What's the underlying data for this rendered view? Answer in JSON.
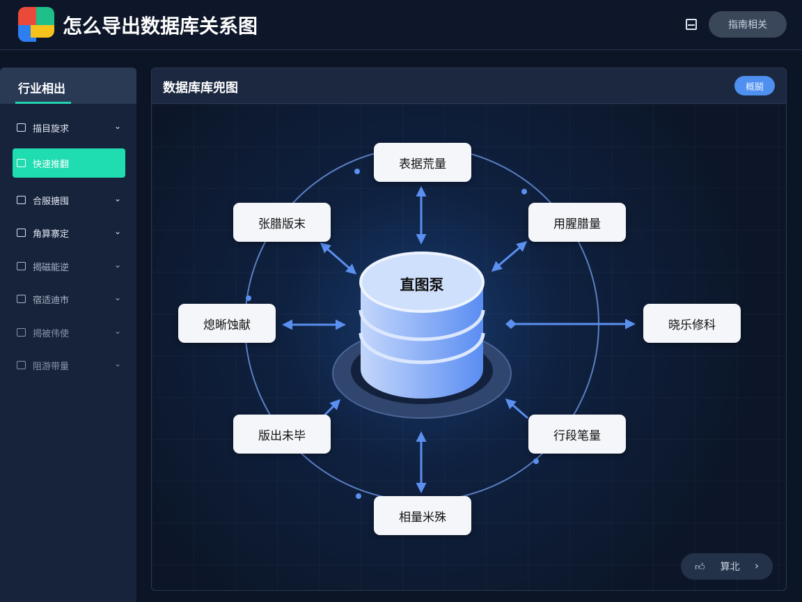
{
  "header": {
    "title": "怎么导出数据库关系图",
    "layout_icon": "layout-icon",
    "button": "指南相关"
  },
  "sidebar": {
    "title": "行业相出",
    "items": [
      {
        "label": "描目旋求",
        "icon": "document-icon",
        "expanded": true
      },
      {
        "label": "快速推翻",
        "icon": "share-icon",
        "active": true
      },
      {
        "label": "合服搪囤",
        "icon": "cloud-icon"
      },
      {
        "label": "角算寨定",
        "icon": "file-icon"
      },
      {
        "label": "揭磁能逆",
        "icon": "chart-icon"
      },
      {
        "label": "宿适迪市",
        "icon": "chat-icon"
      },
      {
        "label": "揭被伟使",
        "icon": "calendar-icon"
      },
      {
        "label": "阻游带量",
        "icon": "image-icon"
      }
    ]
  },
  "main": {
    "title": "数据库库兜图",
    "button": "概鬭"
  },
  "diagram": {
    "center": "直图泵",
    "nodes": {
      "top": "表据荒量",
      "upper_left": "张腊版末",
      "upper_right": "用腥腊量",
      "left": "熄晰蚀献",
      "right": "晓乐修科",
      "lower_left": "版出未毕",
      "lower_right": "行段笔量",
      "bottom": "相量米殊"
    },
    "accent": "#5b8ff0"
  },
  "footer": {
    "back_label": "算北"
  }
}
